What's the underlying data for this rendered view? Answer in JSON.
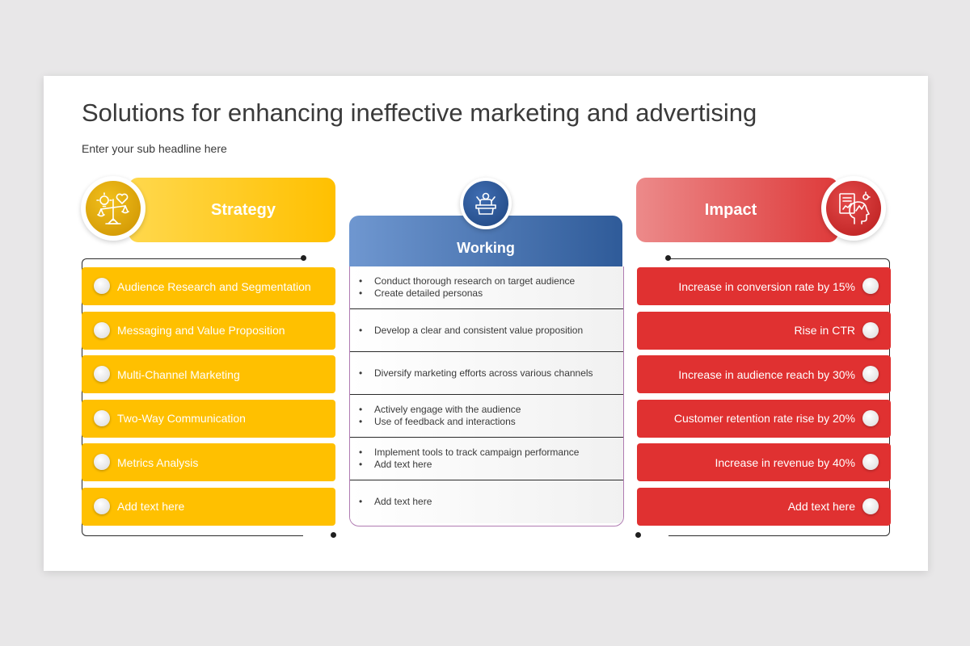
{
  "title": "Solutions for enhancing ineffective marketing and advertising",
  "subtitle": "Enter your sub headline here",
  "strategy": {
    "label": "Strategy",
    "icon": "balance-scale-lightbulb-heart-icon",
    "color": "#ffc000",
    "items": [
      "Audience Research and Segmentation",
      "Messaging and Value Proposition",
      "Multi-Channel Marketing",
      "Two-Way Communication",
      "Metrics Analysis",
      "Add text here"
    ]
  },
  "working": {
    "label": "Working",
    "icon": "presenter-podium-icon",
    "color": "#2f5b99",
    "rows": [
      [
        "Conduct thorough research on target audience",
        "Create detailed personas"
      ],
      [
        "Develop a clear and consistent value proposition"
      ],
      [
        "Diversify marketing efforts across various channels"
      ],
      [
        "Actively engage with the audience",
        "Use of feedback and interactions"
      ],
      [
        "Implement tools to track campaign performance",
        "Add text here"
      ],
      [
        "Add text here"
      ]
    ]
  },
  "impact": {
    "label": "Impact",
    "icon": "head-chart-idea-icon",
    "color": "#e03131",
    "items": [
      "Increase in conversion rate by 15%",
      "Rise in CTR",
      "Increase in audience reach by 30%",
      "Customer retention rate rise by 20%",
      "Increase in revenue by 40%",
      "Add text here"
    ]
  }
}
